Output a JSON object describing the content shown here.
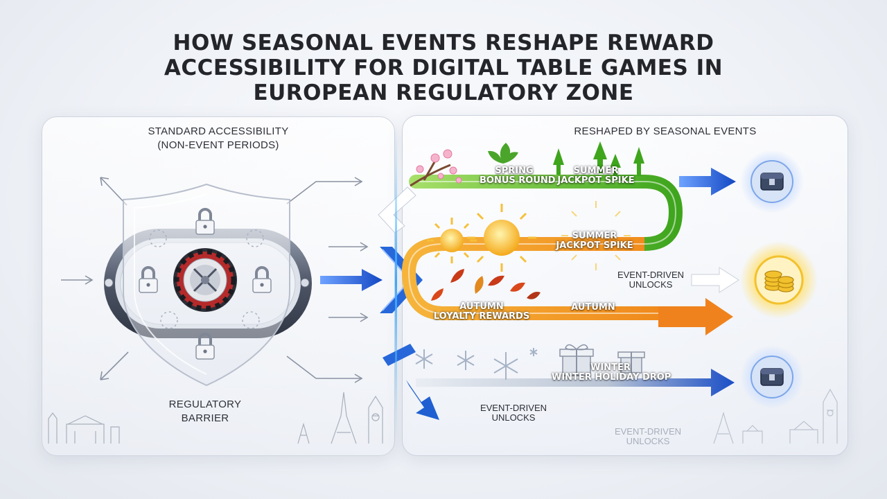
{
  "title": {
    "line1": "How Seasonal Events Reshape Reward",
    "line2": "Accessibility for Digital Table Games in",
    "line3": "European Regulatory Zone"
  },
  "left_panel": {
    "heading_line1": "Standard Accessibility",
    "heading_line2": "(Non-Event Periods)",
    "barrier_line1": "Regulatory",
    "barrier_line2": "Barrier"
  },
  "right_panel": {
    "heading": "Reshaped by Seasonal Events",
    "spring_line1": "Spring",
    "spring_line2": "Bonus Round",
    "summer_top_line1": "Summer",
    "summer_top_line2": "Jackpot Spike",
    "summer_mid_line1": "Summer",
    "summer_mid_line2": "Jackpot Spike",
    "autumn_line1": "Autumn",
    "autumn_line2": "Loyalty Rewards",
    "autumn_right": "Autumn",
    "winter_line1": "Winter",
    "winter_line2": "Winter Holiday Drop",
    "unlocks_mid_line1": "Event-Driven",
    "unlocks_mid_line2": "Unlocks",
    "unlocks_bottom_line1": "Event-Driven",
    "unlocks_bottom_line2": "Unlocks",
    "unlocks_corner_line1": "Event-Driven",
    "unlocks_corner_line2": "Unlocks"
  },
  "icons": {
    "lock": "lock-icon",
    "roulette": "roulette-wheel-icon",
    "shield": "shield-icon",
    "chest": "treasure-chest-icon",
    "coins": "gold-coins-icon",
    "sun": "sun-icon",
    "leaf": "autumn-leaf-icon",
    "snowflake": "snowflake-icon",
    "gift": "gift-box-icon",
    "blossom": "cherry-blossom-icon",
    "landmark": "landmark-skyline-icon"
  },
  "colors": {
    "spring": "#5cbf2a",
    "summer": "#f5a623",
    "autumn": "#e2531c",
    "winter": "#b8c3d3",
    "flow_blue": "#1f5fd1",
    "gold": "#f2c12e"
  }
}
